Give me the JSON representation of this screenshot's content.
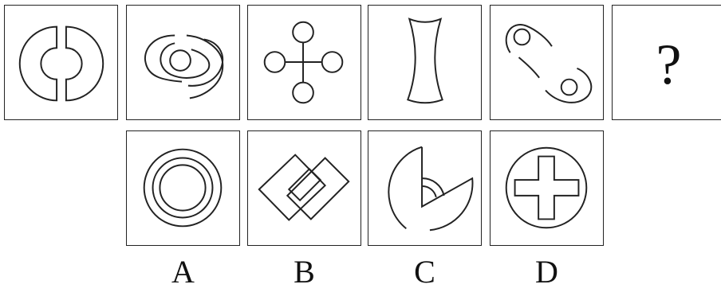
{
  "question_mark": "?",
  "options": [
    {
      "label": "A"
    },
    {
      "label": "B"
    },
    {
      "label": "C"
    },
    {
      "label": "D"
    }
  ]
}
